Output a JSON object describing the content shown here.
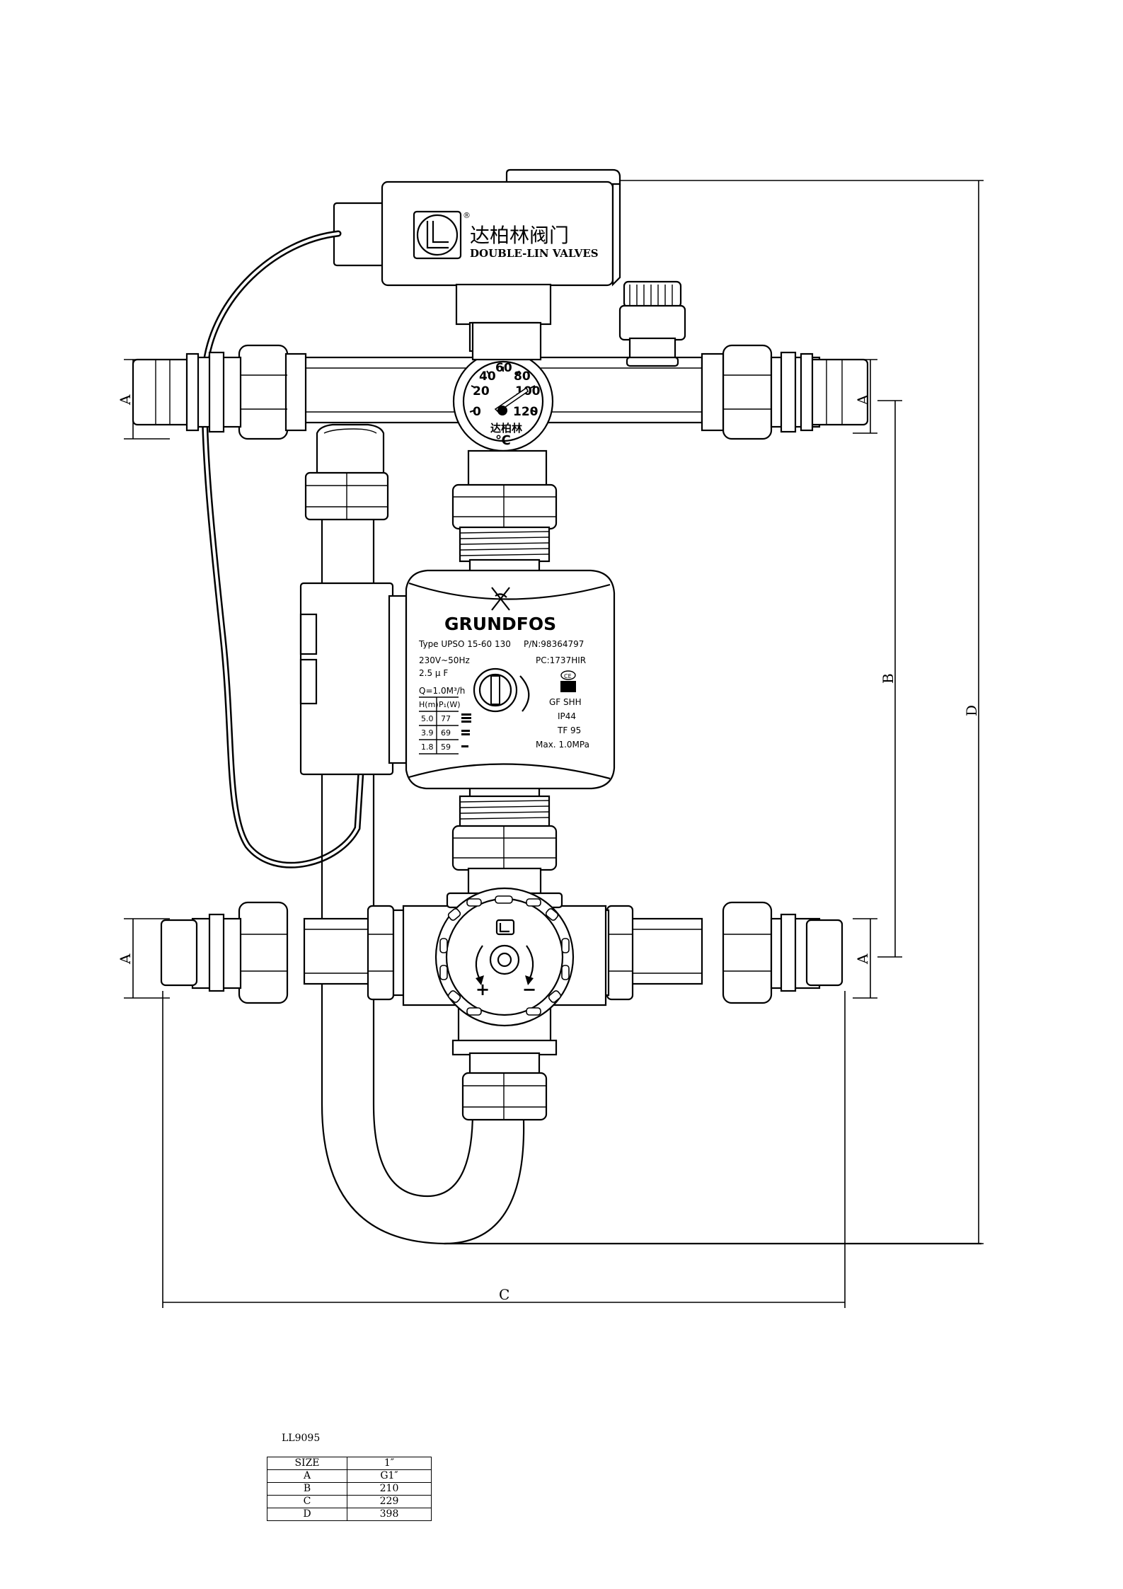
{
  "model_code": "LL9095",
  "spec_table": {
    "header": [
      "SIZE",
      "1″"
    ],
    "rows": [
      [
        "A",
        "G1″"
      ],
      [
        "B",
        "210"
      ],
      [
        "C",
        "229"
      ],
      [
        "D",
        "398"
      ]
    ]
  },
  "dimensions": {
    "a_left_top": "A",
    "a_right_top": "A",
    "a_left_bottom": "A",
    "a_right_bottom": "A",
    "b": "B",
    "c": "C",
    "d": "D"
  },
  "actuator": {
    "brand_cn": "达柏林阀门",
    "brand_en": "DOUBLE-LIN VALVES",
    "registered": "®"
  },
  "thermometer": {
    "ticks": [
      "0",
      "20",
      "40",
      "60",
      "80",
      "100",
      "120"
    ],
    "brand_cn": "达柏林",
    "unit": "℃"
  },
  "pump": {
    "brand": "GRUNDFOS",
    "type": "Type UPSO  15-60  130",
    "pn": "P/N:98364797",
    "voltage": "230V~50Hz",
    "pc": "PC:1737HIR",
    "capacitor": "2.5 μ F",
    "flow": "Q=1.0M³/h",
    "table_header": [
      "H(m)",
      "P₁(W)"
    ],
    "table_rows": [
      [
        "5.0",
        "77"
      ],
      [
        "3.9",
        "69"
      ],
      [
        "1.8",
        "59"
      ]
    ],
    "specs": [
      "GF SHH",
      "IP44",
      "TF 95",
      "Max. 1.0MPa"
    ],
    "cert": "CE"
  },
  "mixing_valve": {
    "plus": "+",
    "minus": "−"
  }
}
